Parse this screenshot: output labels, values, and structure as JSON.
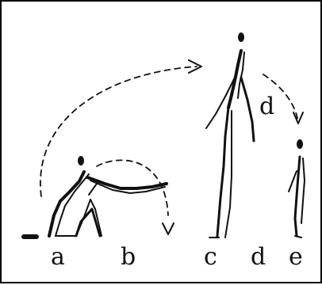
{
  "figure": {
    "labels": {
      "a": "a",
      "b": "b",
      "c": "c",
      "d_bottom": "d",
      "e": "e",
      "d_annotation": "d"
    },
    "ink_color": "#111111",
    "background_color": "#ffffff"
  }
}
